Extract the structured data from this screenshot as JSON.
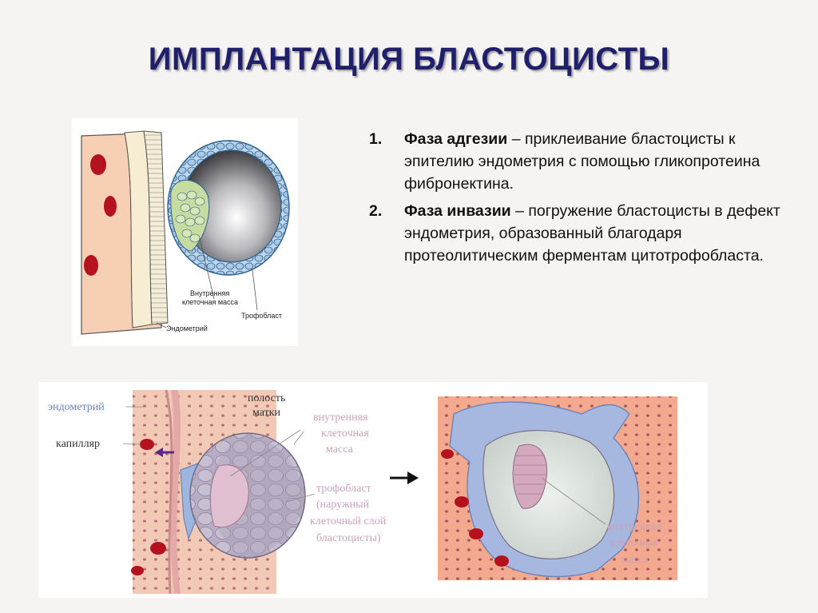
{
  "slide": {
    "title": "ИМПЛАНТАЦИЯ БЛАСТОЦИСТЫ"
  },
  "phases": [
    {
      "number": "1.",
      "name": "Фаза адгезии",
      "description": " – приклеивание бластоцисты к эпителию эндометрия с помощью гликопротеина фибронектина."
    },
    {
      "number": "2.",
      "name": "Фаза инвазии",
      "description": " – погружение бластоцисты в дефект эндометрия, образованный благодаря протеолитическим ферментам цитотрофобласта."
    }
  ],
  "top_diagram": {
    "labels": {
      "inner_mass_line1": "Внутренняя",
      "inner_mass_line2": "клеточная масса",
      "trophoblast": "Трофобласт",
      "endometrium": "Эндометрий"
    }
  },
  "bottom_diagram": {
    "labels": {
      "endometrium": "эндометрий",
      "capillary": "капилляр",
      "uterine_cavity_line1": "полость",
      "uterine_cavity_line2": "матки",
      "inner_mass_line1": "внутренняя",
      "inner_mass_line2": "клеточная",
      "inner_mass_line3": "масса",
      "trophoblast_line1": "трофобласт",
      "trophoblast_line2": "(наружный",
      "trophoblast_line3": "клеточный слой",
      "trophoblast_line4": "бластоцисты)",
      "inner_mass2_line1": "внутренняя",
      "inner_mass2_line2": "клеточная",
      "inner_mass2_line3": "масса"
    },
    "colors": {
      "label_pink": "#c9a3b8",
      "label_blue": "#6b85b8",
      "label_dark": "#333333"
    }
  }
}
